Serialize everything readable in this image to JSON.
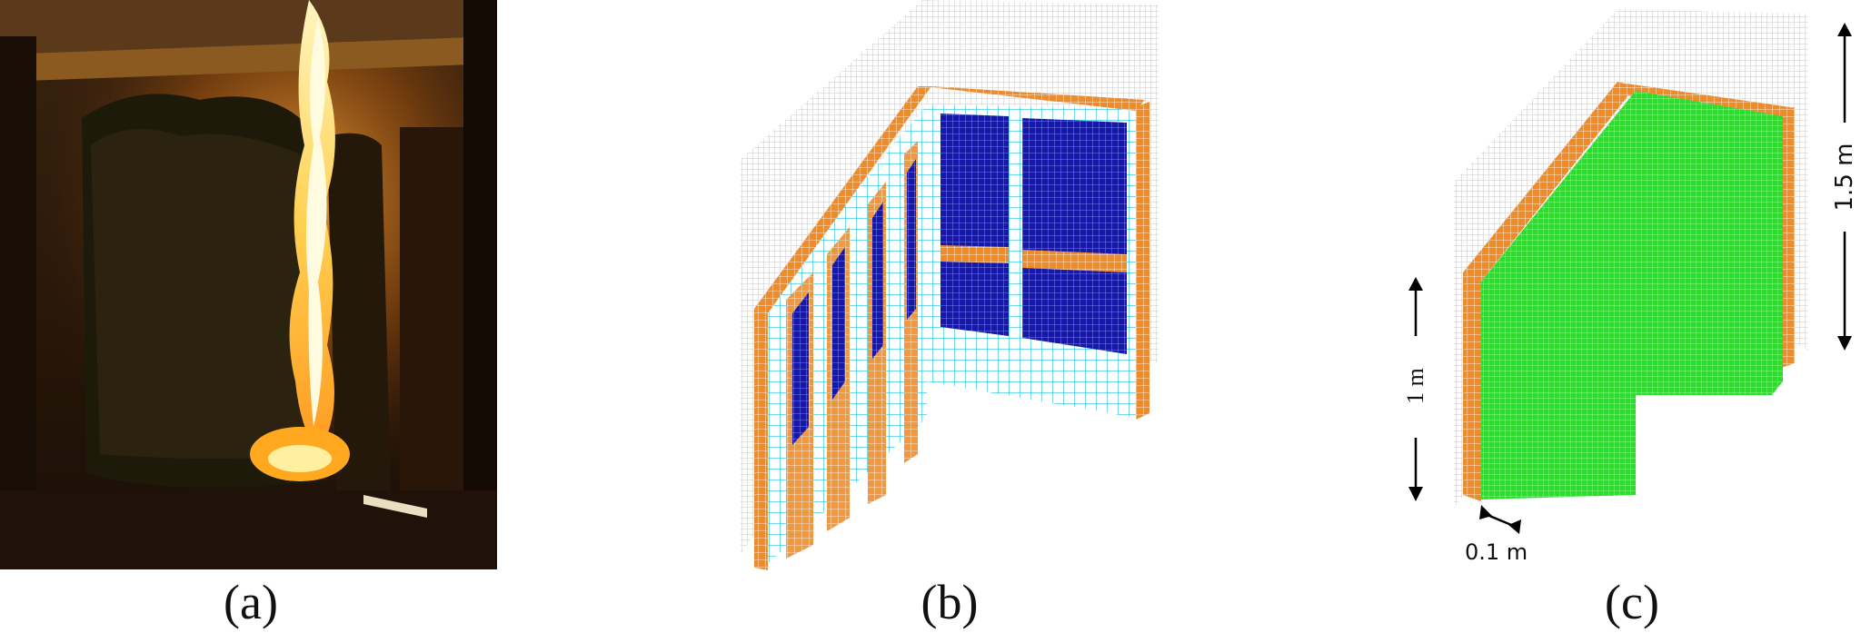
{
  "captions": {
    "a": "(a)",
    "b": "(b)",
    "c": "(c)"
  },
  "dimensions": {
    "height_total": "1.5 m",
    "height_wall": "1 m",
    "thickness": "0.1 m"
  },
  "colors": {
    "mesh_grey": "#c8c8c8",
    "frame_orange": "#f08c28",
    "frame_cyan": "#20c0e0",
    "plant_blue": "#1818a8",
    "vegetation_green": "#28e028",
    "fire_yellow": "#ffd040"
  }
}
